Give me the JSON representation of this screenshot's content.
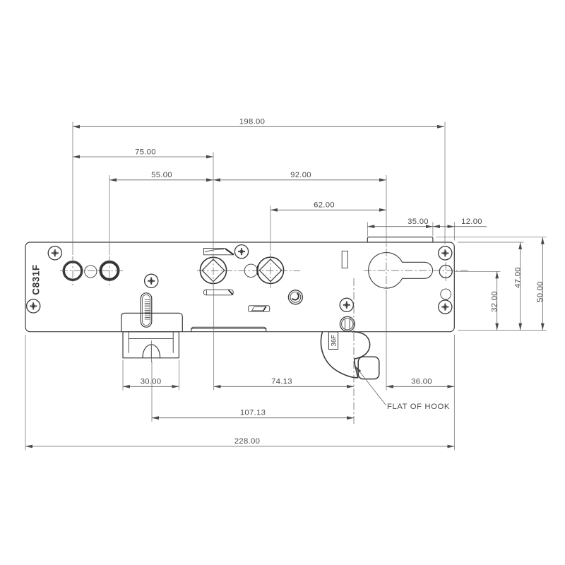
{
  "colors": {
    "background": "#ffffff",
    "object_line": "#3c3c3c",
    "dimension_line": "#606060",
    "text": "#4a4a4a"
  },
  "drawing": {
    "part_number": "C831F",
    "hook_sticker": "36F",
    "callout_flat_of_hook": "FLAT OF HOOK",
    "dims": {
      "d198": "198.00",
      "d75": "75.00",
      "d55": "55.00",
      "d92": "92.00",
      "d62": "62.00",
      "d35": "35.00",
      "d12": "12.00",
      "d30": "30.00",
      "d74_13": "74.13",
      "d36": "36.00",
      "d107_13": "107.13",
      "d228": "228.00",
      "d32": "32.00",
      "d47": "47.00",
      "d50": "50.00"
    }
  }
}
